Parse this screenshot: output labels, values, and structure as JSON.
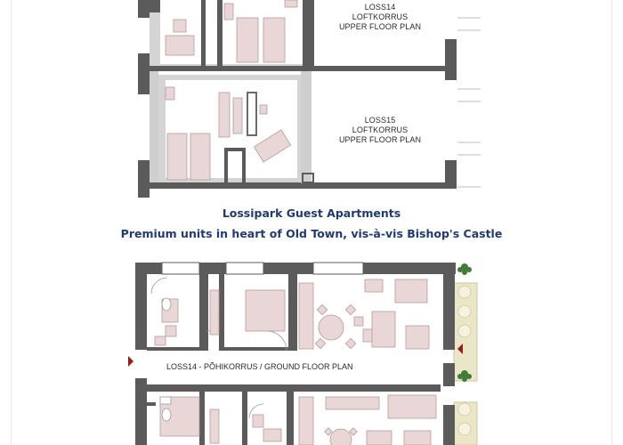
{
  "upper_plans": [
    {
      "code": "LOSS14",
      "name": "LOFTKORRUS",
      "desc": "UPPER FLOOR PLAN"
    },
    {
      "code": "LOSS15",
      "name": "LOFTKORRUS",
      "desc": "UPPER FLOOR PLAN"
    }
  ],
  "heading": {
    "title": "Lossipark Guest Apartments",
    "subtitle": "Premium units in heart of Old Town, vis-à-vis Bishop's Castle"
  },
  "ground_plan": {
    "label": "LOSS14 - PÕHIKORRUS / GROUND FLOOR PLAN"
  },
  "colors": {
    "wall": "#5b5b5b",
    "furniture": "#e9d6d6",
    "furniture_stroke": "#b89a9a",
    "terrace": "#ece6c8",
    "heading": "#1e3a78",
    "arrow": "#9b1b1b",
    "plant": "#3f7d34"
  }
}
